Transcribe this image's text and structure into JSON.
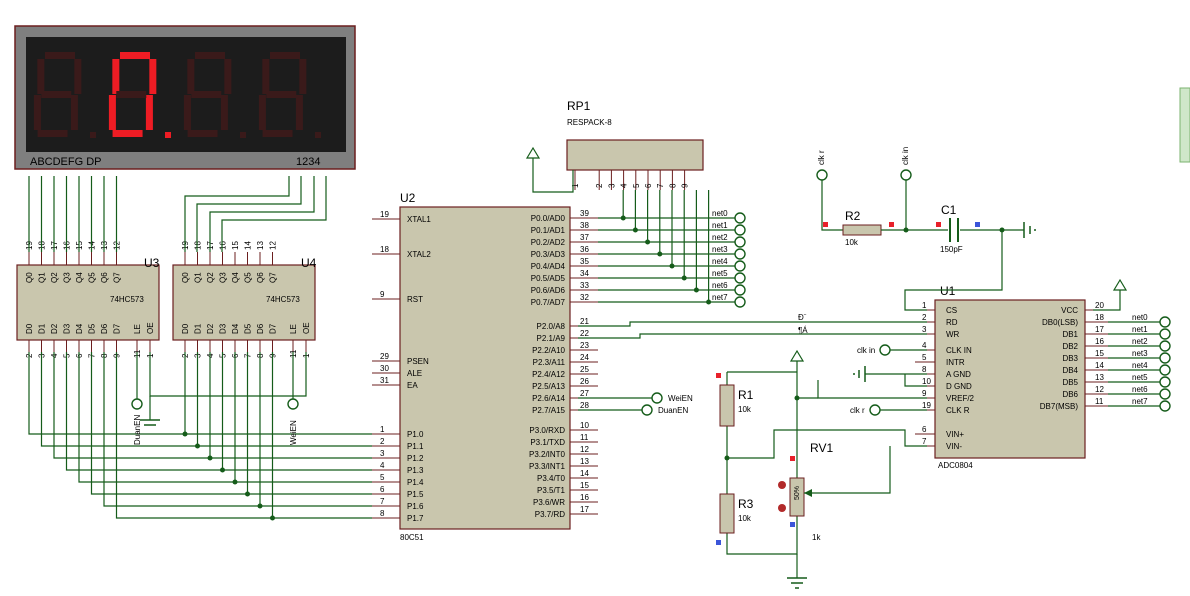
{
  "display": {
    "label_segments": "ABCDEFG DP",
    "label_digits": "1234"
  },
  "u3": {
    "ref": "U3",
    "part": "74HC573",
    "top_pins": [
      "Q0",
      "Q1",
      "Q2",
      "Q3",
      "Q4",
      "Q5",
      "Q6",
      "Q7"
    ],
    "top_nums": [
      "19",
      "18",
      "17",
      "16",
      "15",
      "14",
      "13",
      "12"
    ],
    "bot_pins": [
      "D0",
      "D1",
      "D2",
      "D3",
      "D4",
      "D5",
      "D6",
      "D7",
      "LE",
      "OE"
    ],
    "bot_nums": [
      "2",
      "3",
      "4",
      "5",
      "6",
      "7",
      "8",
      "9",
      "11",
      "1"
    ]
  },
  "u4": {
    "ref": "U4",
    "part": "74HC573",
    "top_pins": [
      "Q0",
      "Q1",
      "Q2",
      "Q3",
      "Q4",
      "Q5",
      "Q6",
      "Q7"
    ],
    "top_nums": [
      "19",
      "18",
      "17",
      "16",
      "15",
      "14",
      "13",
      "12"
    ],
    "bot_pins": [
      "D0",
      "D1",
      "D2",
      "D3",
      "D4",
      "D5",
      "D6",
      "D7",
      "LE",
      "OE"
    ],
    "bot_nums": [
      "2",
      "3",
      "4",
      "5",
      "6",
      "7",
      "8",
      "9",
      "11",
      "1"
    ]
  },
  "u2": {
    "ref": "U2",
    "part": "80C51",
    "left_pins": [
      {
        "num": "19",
        "name": "XTAL1"
      },
      {
        "num": "18",
        "name": "XTAL2"
      },
      {
        "num": "9",
        "name": "RST"
      },
      {
        "num": "29",
        "name": "PSEN"
      },
      {
        "num": "30",
        "name": "ALE"
      },
      {
        "num": "31",
        "name": "EA"
      },
      {
        "num": "1",
        "name": "P1.0"
      },
      {
        "num": "2",
        "name": "P1.1"
      },
      {
        "num": "3",
        "name": "P1.2"
      },
      {
        "num": "4",
        "name": "P1.3"
      },
      {
        "num": "5",
        "name": "P1.4"
      },
      {
        "num": "6",
        "name": "P1.5"
      },
      {
        "num": "7",
        "name": "P1.6"
      },
      {
        "num": "8",
        "name": "P1.7"
      }
    ],
    "right_pins": [
      {
        "num": "39",
        "name": "P0.0/AD0"
      },
      {
        "num": "38",
        "name": "P0.1/AD1"
      },
      {
        "num": "37",
        "name": "P0.2/AD2"
      },
      {
        "num": "36",
        "name": "P0.3/AD3"
      },
      {
        "num": "35",
        "name": "P0.4/AD4"
      },
      {
        "num": "34",
        "name": "P0.5/AD5"
      },
      {
        "num": "33",
        "name": "P0.6/AD6"
      },
      {
        "num": "32",
        "name": "P0.7/AD7"
      },
      {
        "num": "21",
        "name": "P2.0/A8"
      },
      {
        "num": "22",
        "name": "P2.1/A9"
      },
      {
        "num": "23",
        "name": "P2.2/A10"
      },
      {
        "num": "24",
        "name": "P2.3/A11"
      },
      {
        "num": "25",
        "name": "P2.4/A12"
      },
      {
        "num": "26",
        "name": "P2.5/A13"
      },
      {
        "num": "27",
        "name": "P2.6/A14"
      },
      {
        "num": "28",
        "name": "P2.7/A15"
      },
      {
        "num": "10",
        "name": "P3.0/RXD"
      },
      {
        "num": "11",
        "name": "P3.1/TXD"
      },
      {
        "num": "12",
        "name": "P3.2/INT0"
      },
      {
        "num": "13",
        "name": "P3.3/INT1"
      },
      {
        "num": "14",
        "name": "P3.4/T0"
      },
      {
        "num": "15",
        "name": "P3.5/T1"
      },
      {
        "num": "16",
        "name": "P3.6/WR"
      },
      {
        "num": "17",
        "name": "P3.7/RD"
      }
    ]
  },
  "rp1": {
    "ref": "RP1",
    "part": "RESPACK-8",
    "pins": [
      "1",
      "2",
      "3",
      "4",
      "5",
      "6",
      "7",
      "8",
      "9"
    ]
  },
  "p0_nets": [
    "net0",
    "net1",
    "net2",
    "net3",
    "net4",
    "net5",
    "net6",
    "net7"
  ],
  "weien": "WeiEN",
  "duanen": "DuanEN",
  "latch_labels": {
    "duan": "DuanEN",
    "wei": "WeiEN"
  },
  "u1": {
    "ref": "U1",
    "part": "ADC0804",
    "left_pins": [
      {
        "num": "1",
        "name": "CS"
      },
      {
        "num": "2",
        "name": "RD"
      },
      {
        "num": "3",
        "name": "WR"
      },
      {
        "num": "4",
        "name": "CLK IN"
      },
      {
        "num": "5",
        "name": "INTR"
      },
      {
        "num": "8",
        "name": "A GND"
      },
      {
        "num": "10",
        "name": "D GND"
      },
      {
        "num": "9",
        "name": "VREF/2"
      },
      {
        "num": "19",
        "name": "CLK R"
      },
      {
        "num": "6",
        "name": "VIN+"
      },
      {
        "num": "7",
        "name": "VIN-"
      }
    ],
    "right_pins": [
      {
        "num": "20",
        "name": "VCC"
      },
      {
        "num": "18",
        "name": "DB0(LSB)"
      },
      {
        "num": "17",
        "name": "DB1"
      },
      {
        "num": "16",
        "name": "DB2"
      },
      {
        "num": "15",
        "name": "DB3"
      },
      {
        "num": "14",
        "name": "DB4"
      },
      {
        "num": "13",
        "name": "DB5"
      },
      {
        "num": "12",
        "name": "DB6"
      },
      {
        "num": "11",
        "name": "DB7(MSB)"
      }
    ]
  },
  "adc_nets": [
    "net0",
    "net1",
    "net2",
    "net3",
    "net4",
    "net5",
    "net6",
    "net7"
  ],
  "rd_wr_marks": {
    "rd": "Ð¨",
    "wr": "¶Á"
  },
  "clk_in": "clk in",
  "clk_r": "clk r",
  "clk_r_top": "clk r",
  "clk_in_top": "clk in",
  "r2": {
    "ref": "R2",
    "value": "10k"
  },
  "c1": {
    "ref": "C1",
    "value": "150pF"
  },
  "r1": {
    "ref": "R1",
    "value": "10k"
  },
  "r3": {
    "ref": "R3",
    "value": "10k"
  },
  "rv1": {
    "ref": "RV1",
    "value": "1k",
    "pct": "50%"
  }
}
